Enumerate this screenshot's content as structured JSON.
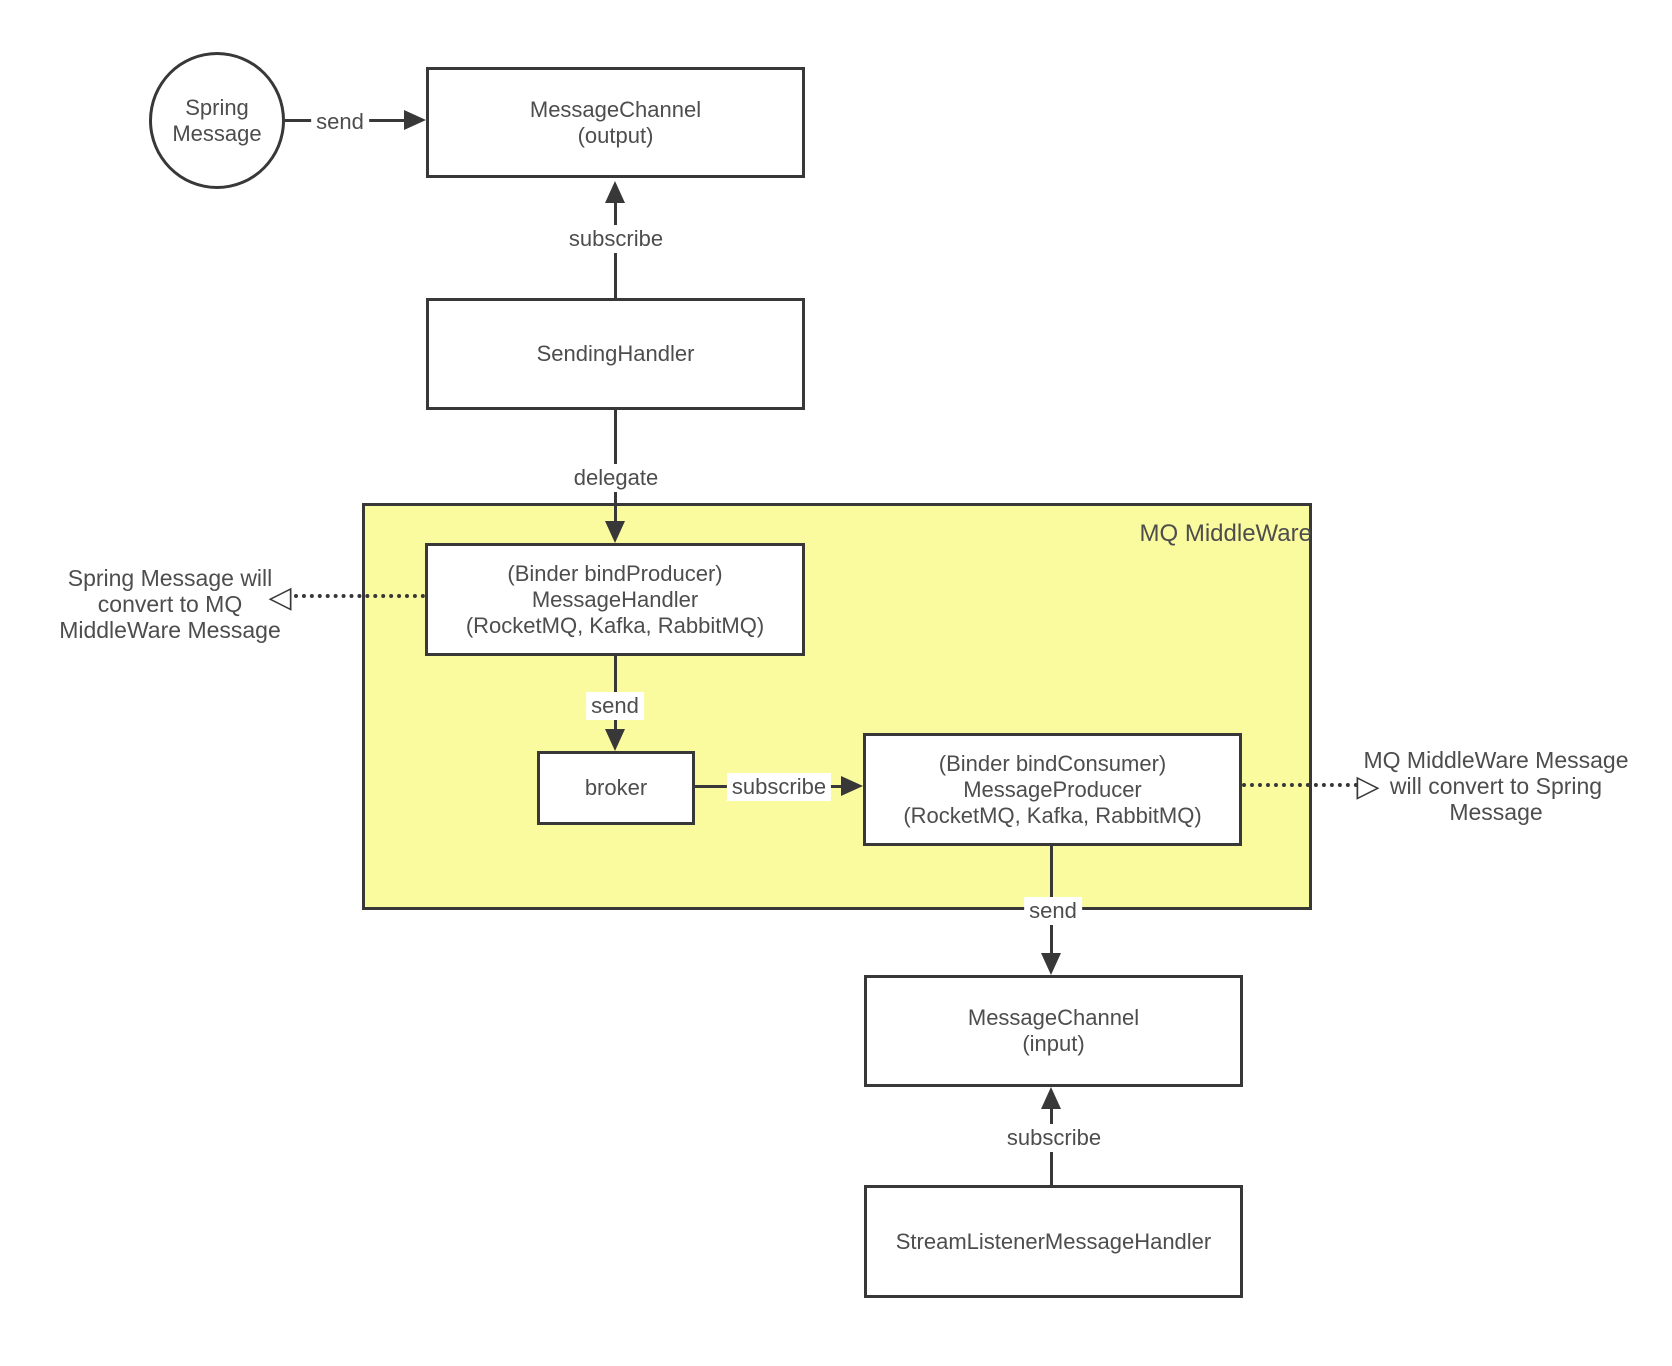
{
  "diagram": {
    "container": {
      "title": "MQ MiddleWare"
    },
    "nodes": {
      "spring_message": {
        "label": "Spring\nMessage"
      },
      "message_channel_output": {
        "label": "MessageChannel\n(output)"
      },
      "sending_handler": {
        "label": "SendingHandler"
      },
      "binder_bind_producer": {
        "label": "(Binder bindProducer)\nMessageHandler\n(RocketMQ, Kafka, RabbitMQ)"
      },
      "broker": {
        "label": "broker"
      },
      "binder_bind_consumer": {
        "label": "(Binder bindConsumer)\nMessageProducer\n(RocketMQ, Kafka, RabbitMQ)"
      },
      "message_channel_input": {
        "label": "MessageChannel\n(input)"
      },
      "stream_listener_message_handler": {
        "label": "StreamListenerMessageHandler"
      }
    },
    "edges": {
      "send_to_output": "send",
      "subscribe_output": "subscribe",
      "delegate": "delegate",
      "send_to_broker": "send",
      "subscribe_broker": "subscribe",
      "send_to_input": "send",
      "subscribe_input": "subscribe"
    },
    "annotations": {
      "left": "Spring Message will\nconvert to MQ\nMiddleWare Message",
      "right": "MQ MiddleWare Message\nwill convert to Spring\nMessage"
    },
    "icons": {
      "open_arrowhead_left": "◁",
      "open_arrowhead_right": "▷"
    },
    "colors": {
      "background": "#ffffff",
      "node_fill": "#ffffff",
      "container_fill": "#fafa9e",
      "stroke": "#383838",
      "text": "#4d4d4d"
    }
  }
}
